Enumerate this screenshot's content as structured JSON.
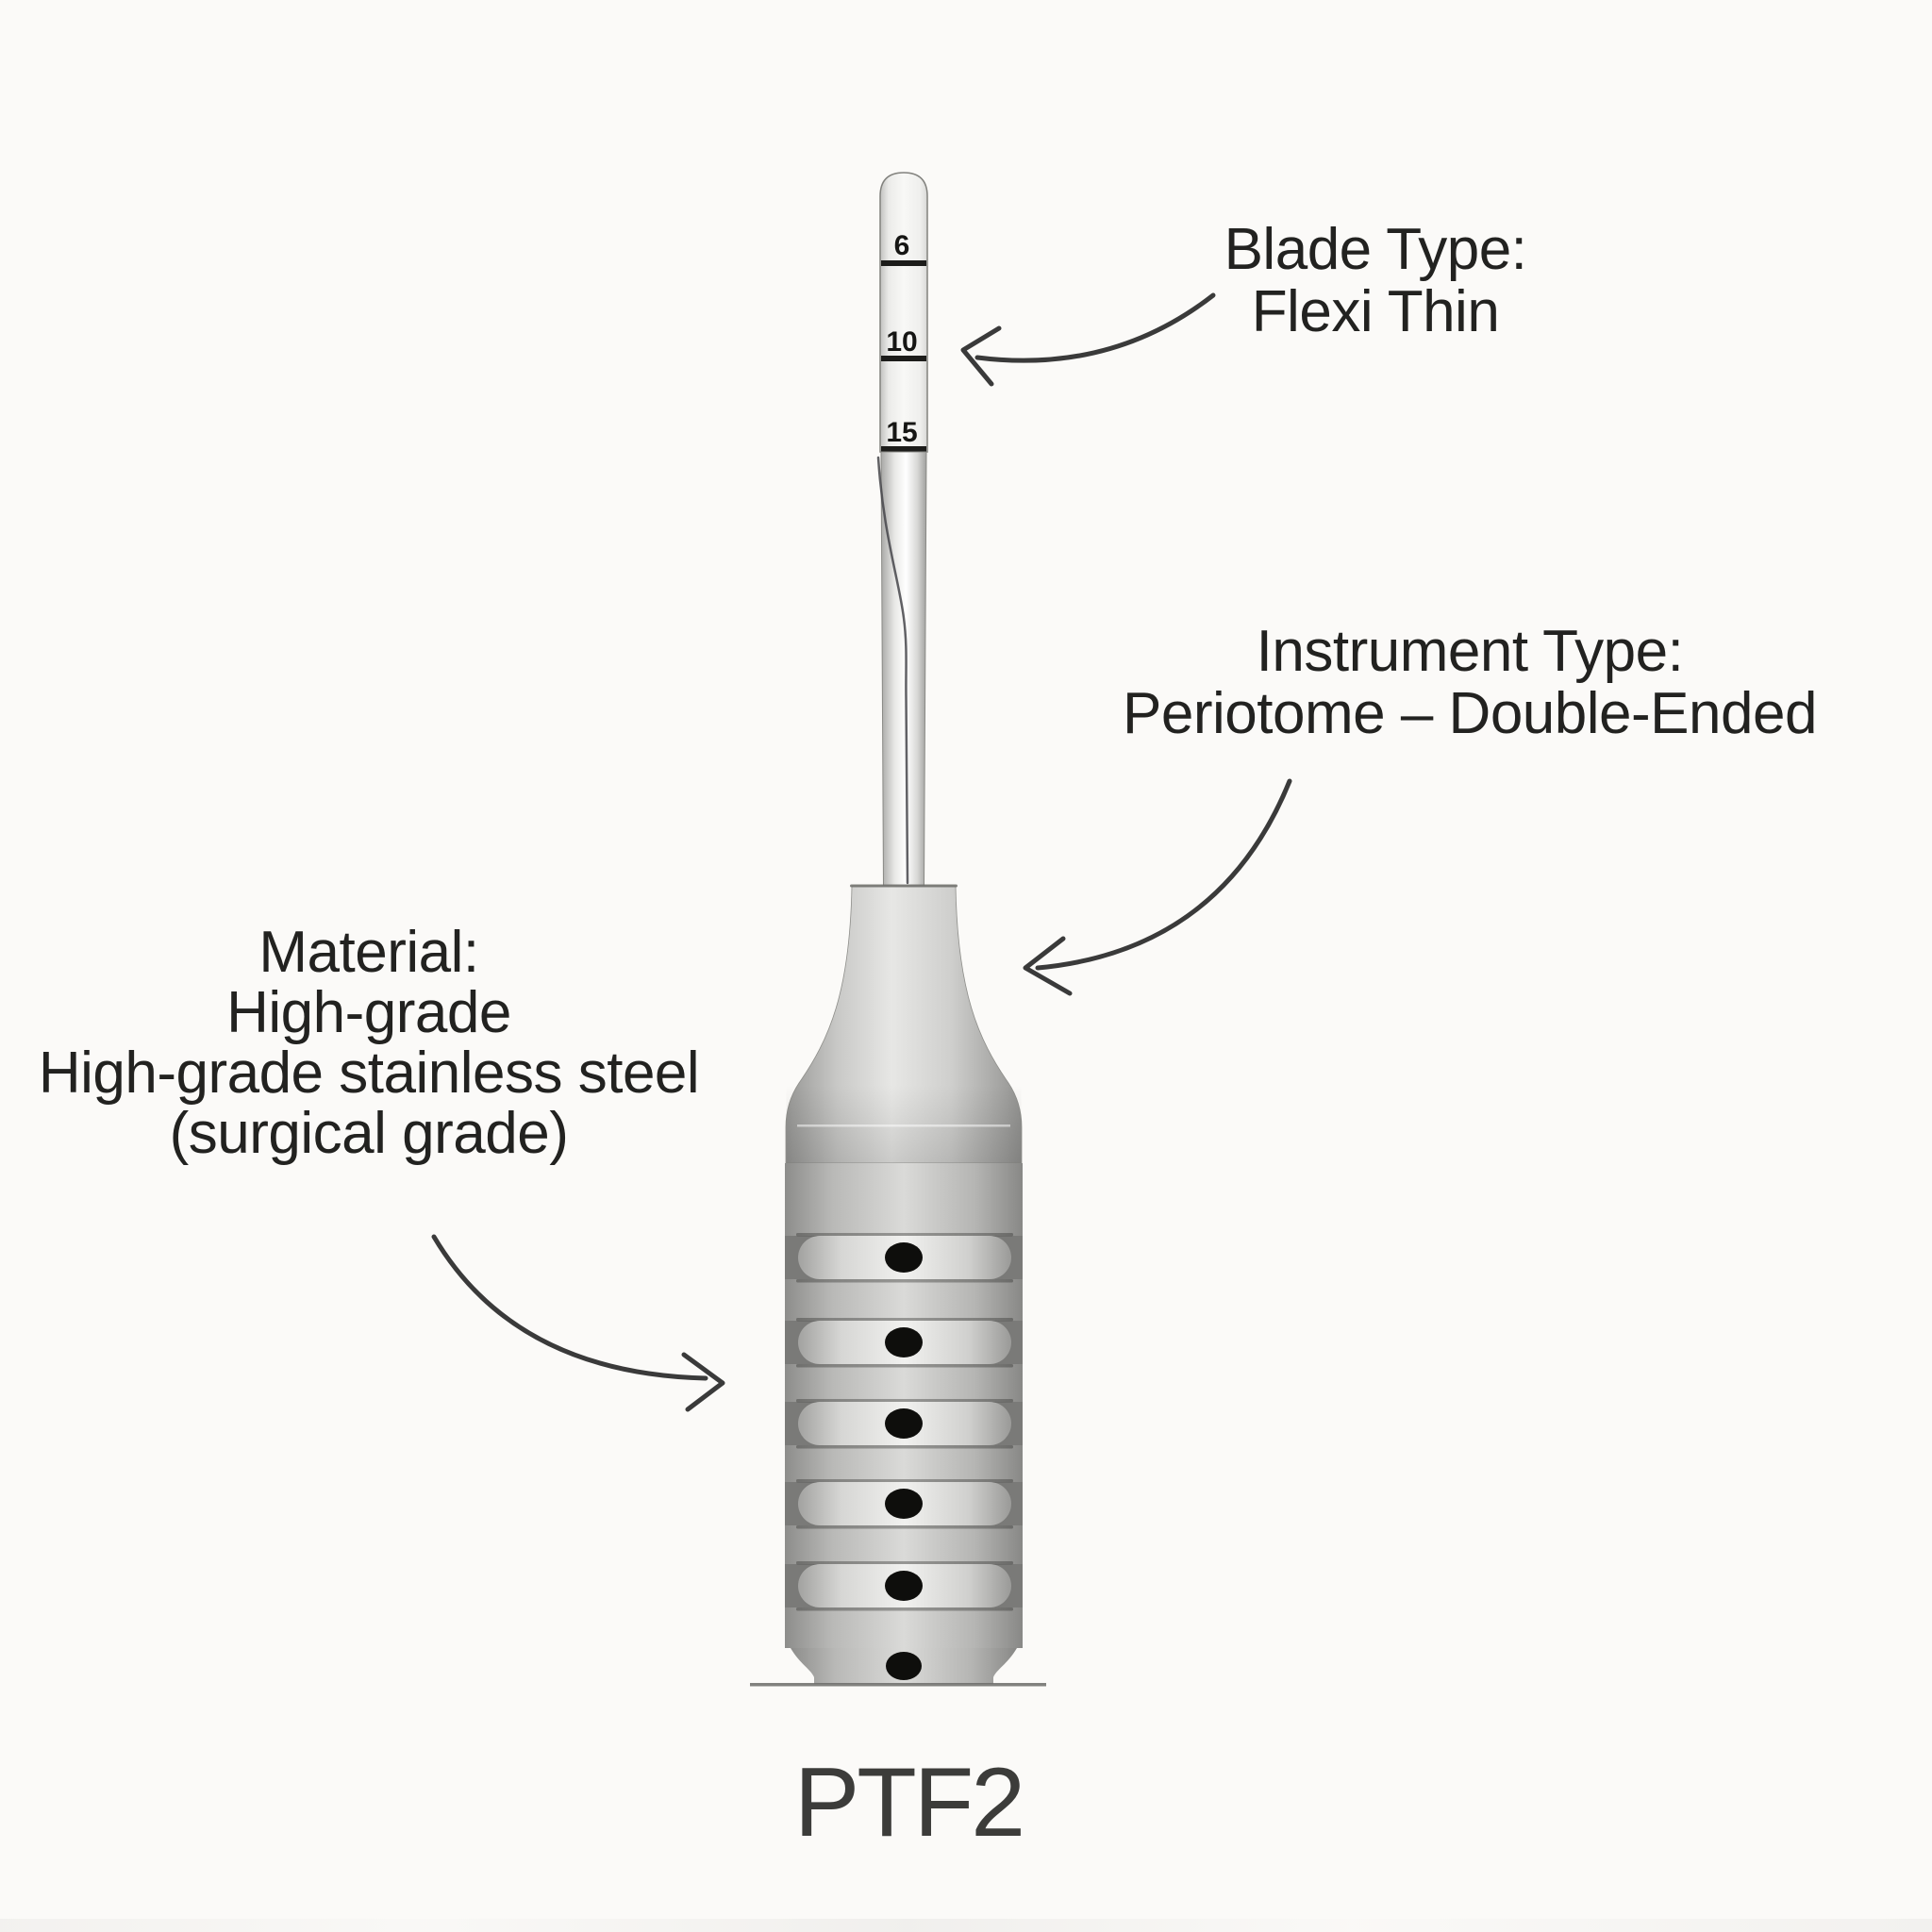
{
  "product": {
    "model": "PTF2",
    "blade_markings": [
      "6",
      "10",
      "15"
    ]
  },
  "annotations": {
    "blade": {
      "title": "Blade Type:",
      "value": "Flexi Thin"
    },
    "instrument": {
      "title": "Instrument Type:",
      "value": "Periotome – Double-Ended"
    },
    "material": {
      "title": "Material:",
      "lines": [
        "High-grade",
        "High-grade stainless steel",
        "(surgical grade)"
      ]
    }
  },
  "icons": {
    "blade_pointer": "curved-arrow-left",
    "instrument_pointer": "curved-arrow-down-left",
    "material_pointer": "curved-arrow-right"
  },
  "colors": {
    "background": "#fbfaf8",
    "label_text": "#222220",
    "model_text": "#3c3c3a",
    "arrow": "#3a3a3a",
    "metal_light": "#f0f0ee",
    "metal_mid": "#c2c2c0",
    "metal_dark": "#8e8e8c",
    "tick_black": "#1c1c1a",
    "notch_black": "#0e0e0c"
  }
}
